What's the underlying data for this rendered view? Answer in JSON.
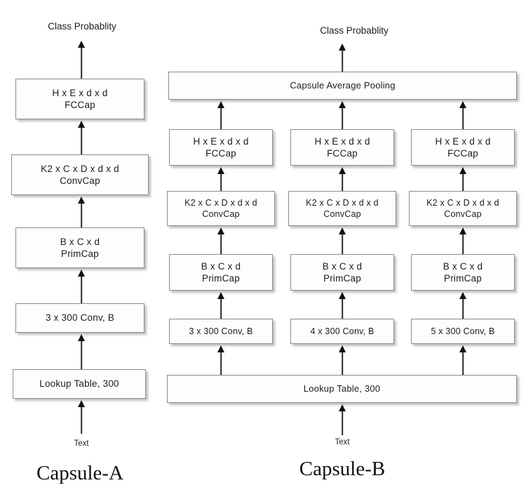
{
  "figure": {
    "title_left": "Capsule-A",
    "title_right": "Capsule-B",
    "background": "#ffffff",
    "box_fill": "#fdfdfd",
    "box_border": "#8c8c8c",
    "arrow_color": "#2a2a2a"
  },
  "labels": {
    "class_probability": "Class Probablity",
    "text_input": "Text"
  },
  "capsule_a": {
    "caption": "Capsule-A",
    "output_label": "Class Probablity",
    "input_label": "Text",
    "blocks": [
      {
        "line1": "H x E x d x d",
        "line2": "FCCap"
      },
      {
        "line1": "K2 x C x D x d x d",
        "line2": "ConvCap"
      },
      {
        "line1": "B x C x d",
        "line2": "PrimCap"
      },
      {
        "line1": "3 x 300 Conv, B",
        "line2": ""
      },
      {
        "line1": "Lookup Table, 300",
        "line2": ""
      }
    ]
  },
  "capsule_b": {
    "caption": "Capsule-B",
    "output_label": "Class Probablity",
    "input_label": "Text",
    "pooling": "Capsule Average Pooling",
    "lookup": "Lookup Table, 300",
    "branches": [
      {
        "name": "branch-1",
        "blocks": [
          {
            "line1": "H x E x d x d",
            "line2": "FCCap"
          },
          {
            "line1": "K2 x C x D x d x d",
            "line2": "ConvCap"
          },
          {
            "line1": "B x C x d",
            "line2": "PrimCap"
          },
          {
            "line1": "3 x 300 Conv, B",
            "line2": ""
          }
        ]
      },
      {
        "name": "branch-2",
        "blocks": [
          {
            "line1": "H x E x d x d",
            "line2": "FCCap"
          },
          {
            "line1": "K2 x C x D x d x d",
            "line2": "ConvCap"
          },
          {
            "line1": "B x C x d",
            "line2": "PrimCap"
          },
          {
            "line1": "4 x 300 Conv, B",
            "line2": ""
          }
        ]
      },
      {
        "name": "branch-3",
        "blocks": [
          {
            "line1": "H x E x d x d",
            "line2": "FCCap"
          },
          {
            "line1": "K2 x C x D x d x d",
            "line2": "ConvCap"
          },
          {
            "line1": "B x C x d",
            "line2": "PrimCap"
          },
          {
            "line1": "5 x 300 Conv, B",
            "line2": ""
          }
        ]
      }
    ]
  }
}
